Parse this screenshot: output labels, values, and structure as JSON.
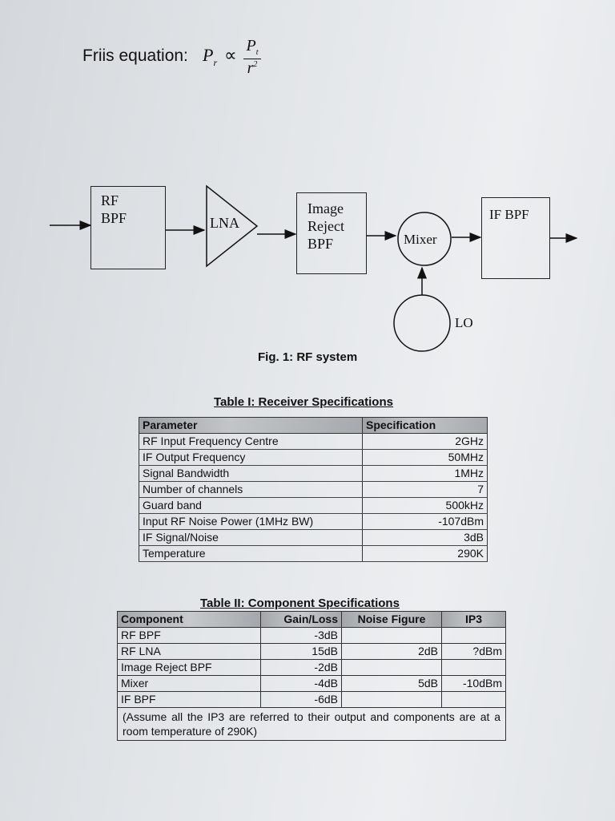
{
  "friis": {
    "label": "Friis equation:",
    "lhs": "P",
    "lhs_sub": "r",
    "operator": "∝",
    "numerator": "P",
    "numerator_sub": "t",
    "denominator": "r",
    "denominator_exp": "2"
  },
  "diagram": {
    "blocks": {
      "rf_bpf": [
        "RF",
        "BPF"
      ],
      "lna": "LNA",
      "image_reject": [
        "Image",
        "Reject",
        "BPF"
      ],
      "mixer": "Mixer",
      "if_bpf": "IF BPF",
      "lo": "LO"
    },
    "caption": "Fig. 1: RF system"
  },
  "table1": {
    "title": "Table I: Receiver Specifications",
    "headers": [
      "Parameter",
      "Specification"
    ],
    "rows": [
      [
        "RF Input Frequency Centre",
        "2GHz"
      ],
      [
        "IF Output Frequency",
        "50MHz"
      ],
      [
        "Signal Bandwidth",
        "1MHz"
      ],
      [
        "Number of channels",
        "7"
      ],
      [
        "Guard band",
        "500kHz"
      ],
      [
        "Input RF Noise Power (1MHz BW)",
        "-107dBm"
      ],
      [
        "IF Signal/Noise",
        "3dB"
      ],
      [
        "Temperature",
        "290K"
      ]
    ]
  },
  "table2": {
    "title": "Table II: Component Specifications",
    "headers": [
      "Component",
      "Gain/Loss",
      "Noise Figure",
      "IP3"
    ],
    "rows": [
      [
        "RF BPF",
        "-3dB",
        "",
        ""
      ],
      [
        "RF LNA",
        "15dB",
        "2dB",
        "?dBm"
      ],
      [
        "Image Reject BPF",
        "-2dB",
        "",
        ""
      ],
      [
        "Mixer",
        "-4dB",
        "5dB",
        "-10dBm"
      ],
      [
        "IF BPF",
        "-6dB",
        "",
        ""
      ]
    ],
    "note": "(Assume all the IP3 are referred to their output and components are at a room temperature of 290K)"
  }
}
